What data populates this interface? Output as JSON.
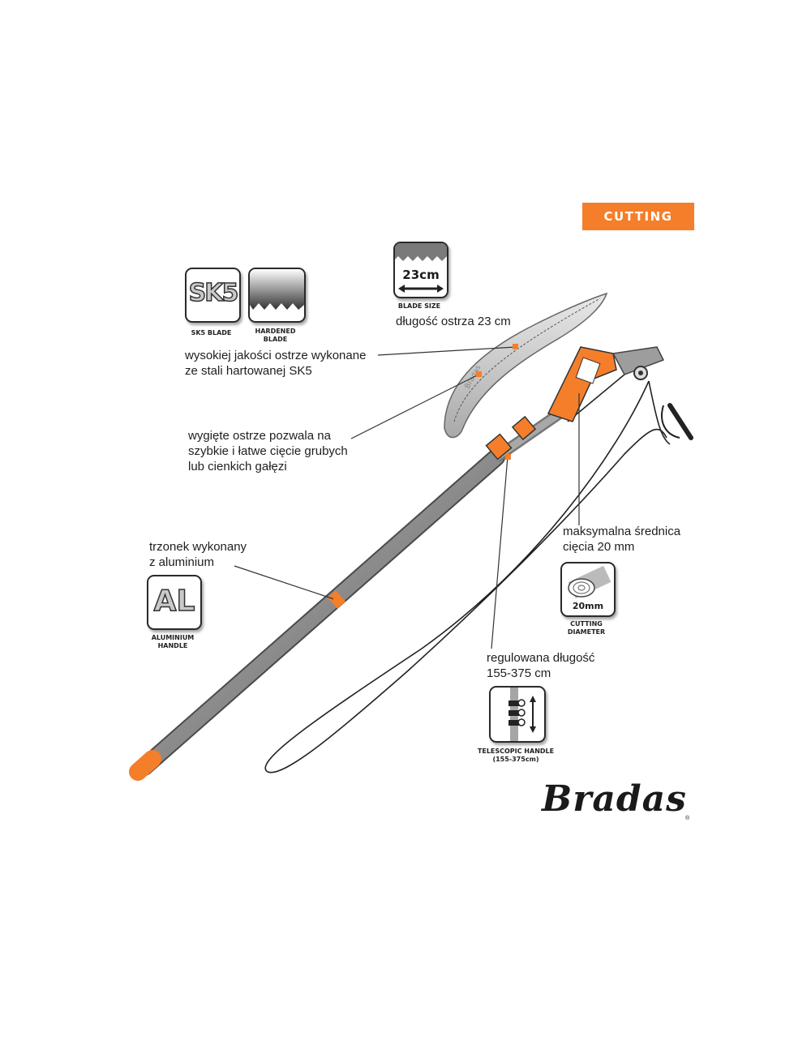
{
  "badge": {
    "label": "CUTTING"
  },
  "icons": {
    "sk5": {
      "text": "SK5",
      "caption": "SK5 BLADE"
    },
    "hardened": {
      "caption_line1": "HARDENED",
      "caption_line2": "BLADE"
    },
    "blade_size": {
      "value": "23cm",
      "caption": "BLADE SIZE"
    },
    "aluminium": {
      "text": "AL",
      "caption_line1": "ALUMINIUM",
      "caption_line2": "HANDLE"
    },
    "cutting_diameter": {
      "value": "20mm",
      "caption_line1": "CUTTING",
      "caption_line2": "DIAMETER"
    },
    "telescopic": {
      "caption_line1": "TELESCOPIC HANDLE",
      "caption_line2": "(155-375cm)"
    }
  },
  "callouts": {
    "blade_length": "długość ostrza 23 cm",
    "steel_line1": "wysokiej jakości ostrze wykonane",
    "steel_line2": "ze stali hartowanej SK5",
    "curved_line1": "wygięte ostrze pozwala na",
    "curved_line2": "szybkie i łatwe cięcie grubych",
    "curved_line3": "lub cienkich gałęzi",
    "handle_line1": "trzonek wykonany",
    "handle_line2": "z aluminium",
    "diameter_line1": "maksymalna średnica",
    "diameter_line2": "cięcia 20 mm",
    "length_line1": "regulowana długość",
    "length_line2": "155-375 cm"
  },
  "brand": {
    "name": "Bradas"
  },
  "colors": {
    "accent": "#f57e2a",
    "pole": "#8a8a8a",
    "ink": "#1e1e1e"
  }
}
